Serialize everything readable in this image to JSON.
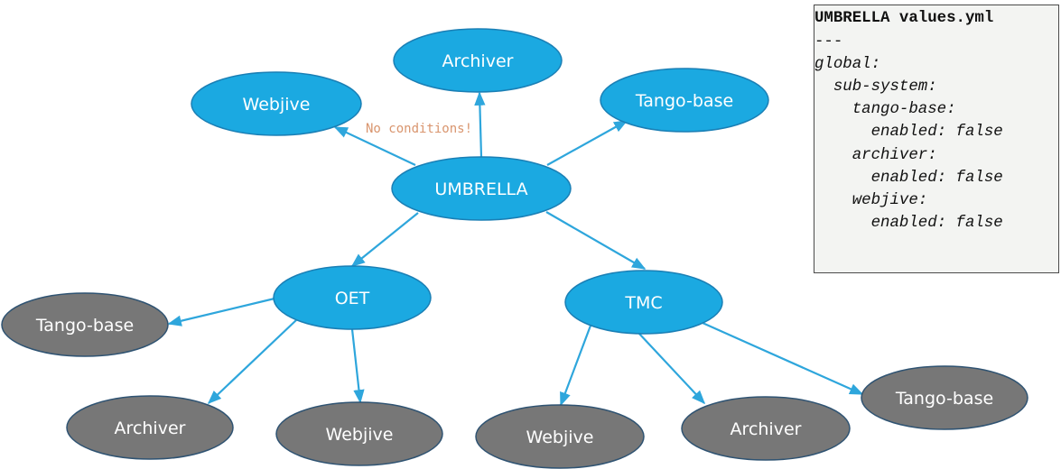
{
  "diagram": {
    "nodes": [
      {
        "id": "umbrella",
        "label": "UMBRELLA",
        "kind": "chart"
      },
      {
        "id": "archiver-top",
        "label": "Archiver",
        "kind": "chart"
      },
      {
        "id": "webjive-top",
        "label": "Webjive",
        "kind": "chart"
      },
      {
        "id": "tango-base-top",
        "label": "Tango-base",
        "kind": "chart"
      },
      {
        "id": "oet",
        "label": "OET",
        "kind": "chart"
      },
      {
        "id": "tmc",
        "label": "TMC",
        "kind": "chart"
      },
      {
        "id": "oet-tango-base",
        "label": "Tango-base",
        "kind": "dependency"
      },
      {
        "id": "oet-archiver",
        "label": "Archiver",
        "kind": "dependency"
      },
      {
        "id": "oet-webjive",
        "label": "Webjive",
        "kind": "dependency"
      },
      {
        "id": "tmc-webjive",
        "label": "Webjive",
        "kind": "dependency"
      },
      {
        "id": "tmc-archiver",
        "label": "Archiver",
        "kind": "dependency"
      },
      {
        "id": "tmc-tango-base",
        "label": "Tango-base",
        "kind": "dependency"
      }
    ],
    "edges": [
      {
        "from": "umbrella",
        "to": "archiver-top"
      },
      {
        "from": "umbrella",
        "to": "webjive-top"
      },
      {
        "from": "umbrella",
        "to": "tango-base-top"
      },
      {
        "from": "umbrella",
        "to": "oet"
      },
      {
        "from": "umbrella",
        "to": "tmc"
      },
      {
        "from": "oet",
        "to": "oet-tango-base"
      },
      {
        "from": "oet",
        "to": "oet-archiver"
      },
      {
        "from": "oet",
        "to": "oet-webjive"
      },
      {
        "from": "tmc",
        "to": "tmc-webjive"
      },
      {
        "from": "tmc",
        "to": "tmc-archiver"
      },
      {
        "from": "tmc",
        "to": "tmc-tango-base"
      }
    ],
    "note": "No conditions!",
    "colors": {
      "chart_fill": "#1ba9e1",
      "chart_stroke": "#1a7fb5",
      "dependency_fill": "#777777",
      "dependency_stroke": "#2f5372",
      "edge": "#2ea6dc",
      "note": "#d9956e"
    }
  },
  "code_panel": {
    "title": "UMBRELLA values.yml",
    "lines": [
      "---",
      "global:",
      "  sub-system:",
      "    tango-base:",
      "      enabled: false",
      "    archiver:",
      "      enabled: false",
      "    webjive:",
      "      enabled: false"
    ]
  }
}
